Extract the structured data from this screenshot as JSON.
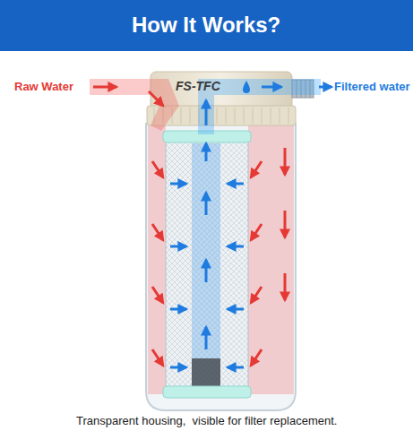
{
  "diagram": {
    "title": "How It Works?",
    "caption": "Transparent housing,  visible for filter replacement.",
    "labels": [
      "Raw Water",
      "Filtered water",
      "FS-TFC"
    ]
  }
}
